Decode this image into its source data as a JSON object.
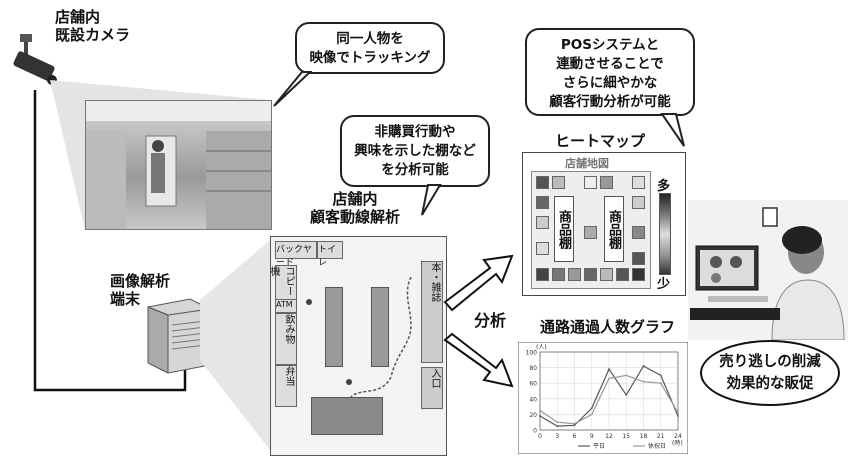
{
  "camera": {
    "label_line1": "店舗内",
    "label_line2": "既設カメラ"
  },
  "bubble_tracking": {
    "line1": "同一人物を",
    "line2": "映像でトラッキング"
  },
  "bubble_shelf": {
    "line1": "非購買行動や",
    "line2": "興味を示した棚など",
    "line3": "を分析可能"
  },
  "bubble_pos": {
    "line1": "POSシステムと",
    "line2": "連動させることで",
    "line3": "さらに細やかな",
    "line4": "顧客行動分析が可能"
  },
  "terminal": {
    "label_line1": "画像解析",
    "label_line2": "端末"
  },
  "floor": {
    "title_line1": "店舗内",
    "title_line2": "顧客動線解析",
    "backyard": "バックヤード",
    "toilet": "トイレ",
    "copy": "コピー機",
    "atm": "ATM",
    "drinks": "飲み物",
    "bento": "弁当",
    "books": "本・雑誌",
    "entrance": "入口"
  },
  "analysis_label": "分析",
  "heatmap": {
    "title": "ヒートマップ",
    "store_map": "店舗地図",
    "shelf_label": "商品棚",
    "legend_high": "多",
    "legend_low": "少"
  },
  "graph": {
    "title": "通路通過人数グラフ",
    "chart_data": {
      "type": "line",
      "x": [
        0,
        3,
        6,
        9,
        12,
        15,
        18,
        21,
        24
      ],
      "x_ticks": [
        "0",
        "3",
        "6",
        "9",
        "12",
        "15",
        "18",
        "21",
        "24"
      ],
      "x_unit": "(時)",
      "y_unit": "(人)",
      "y_ticks": [
        "0",
        "20",
        "40",
        "60",
        "80",
        "100"
      ],
      "ylim": [
        0,
        100
      ],
      "series": [
        {
          "name": "平日",
          "values": [
            18,
            5,
            6,
            28,
            78,
            45,
            82,
            70,
            18
          ]
        },
        {
          "name": "休祝日",
          "values": [
            25,
            10,
            8,
            20,
            66,
            70,
            62,
            60,
            22
          ]
        }
      ]
    }
  },
  "result_bubble": {
    "line1": "売り逃しの削減",
    "line2": "効果的な販促"
  }
}
